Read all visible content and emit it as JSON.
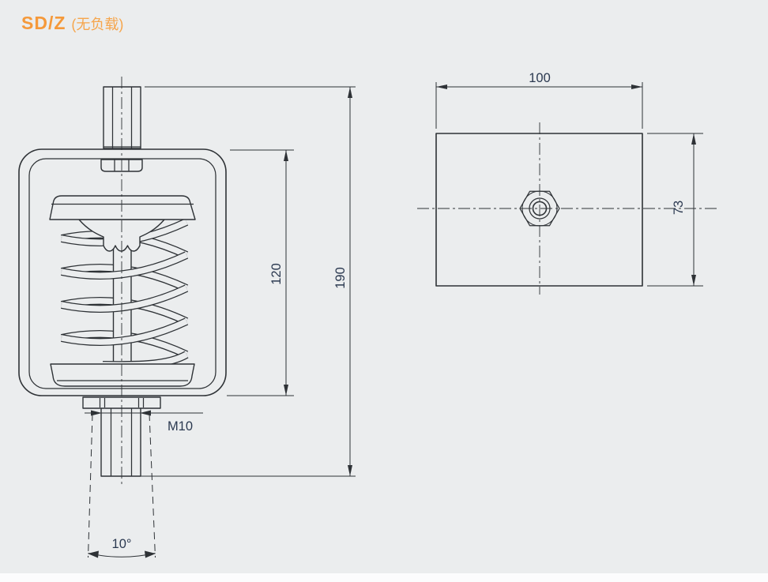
{
  "title": {
    "model": "SD/Z",
    "note": "(无负载)"
  },
  "front_view": {
    "overall_height": "190",
    "housing_height": "120",
    "thread_label": "M10",
    "sway_angle": "10°"
  },
  "top_view": {
    "width": "100",
    "depth": "73"
  },
  "colors": {
    "background": "#ebedee",
    "line": "#2e3236",
    "dimension_text": "#2b3950",
    "title_accent": "#f5993a"
  }
}
